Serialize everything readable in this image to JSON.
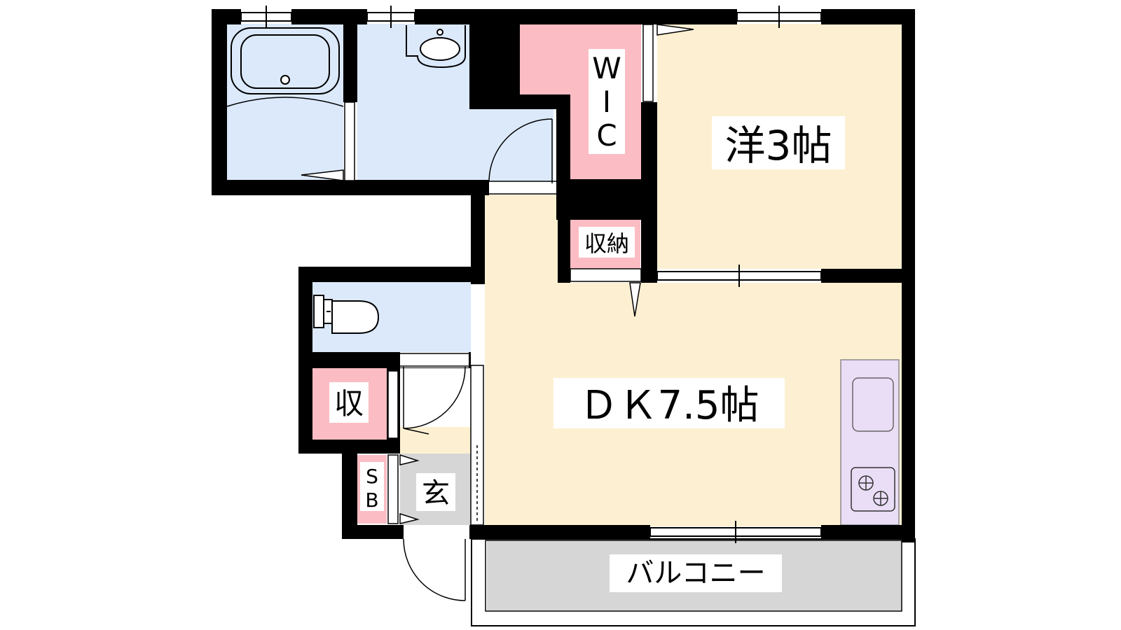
{
  "floorplan": {
    "rooms": {
      "western_room": {
        "label": "洋3帖"
      },
      "dining_kitchen": {
        "label": "ＤＫ7.5帖"
      },
      "walk_in_closet": {
        "label_lines": [
          "W",
          "I",
          "C"
        ]
      },
      "storage_closet": {
        "label": "収納"
      },
      "storage_small": {
        "label": "収"
      },
      "shoe_box": {
        "label_lines": [
          "S",
          "B"
        ]
      },
      "entrance": {
        "label": "玄"
      },
      "balcony": {
        "label": "バルコニー"
      }
    },
    "colors": {
      "wall": "#000000",
      "western_room": "#fdf0d2",
      "dining_kitchen": "#fdf0d2",
      "wet_area": "#dbe9fb",
      "storage": "#fbbdc3",
      "kitchen": "#eaddf6",
      "entrance": "#d6d6d6",
      "balcony": "#d6d6d6"
    }
  }
}
